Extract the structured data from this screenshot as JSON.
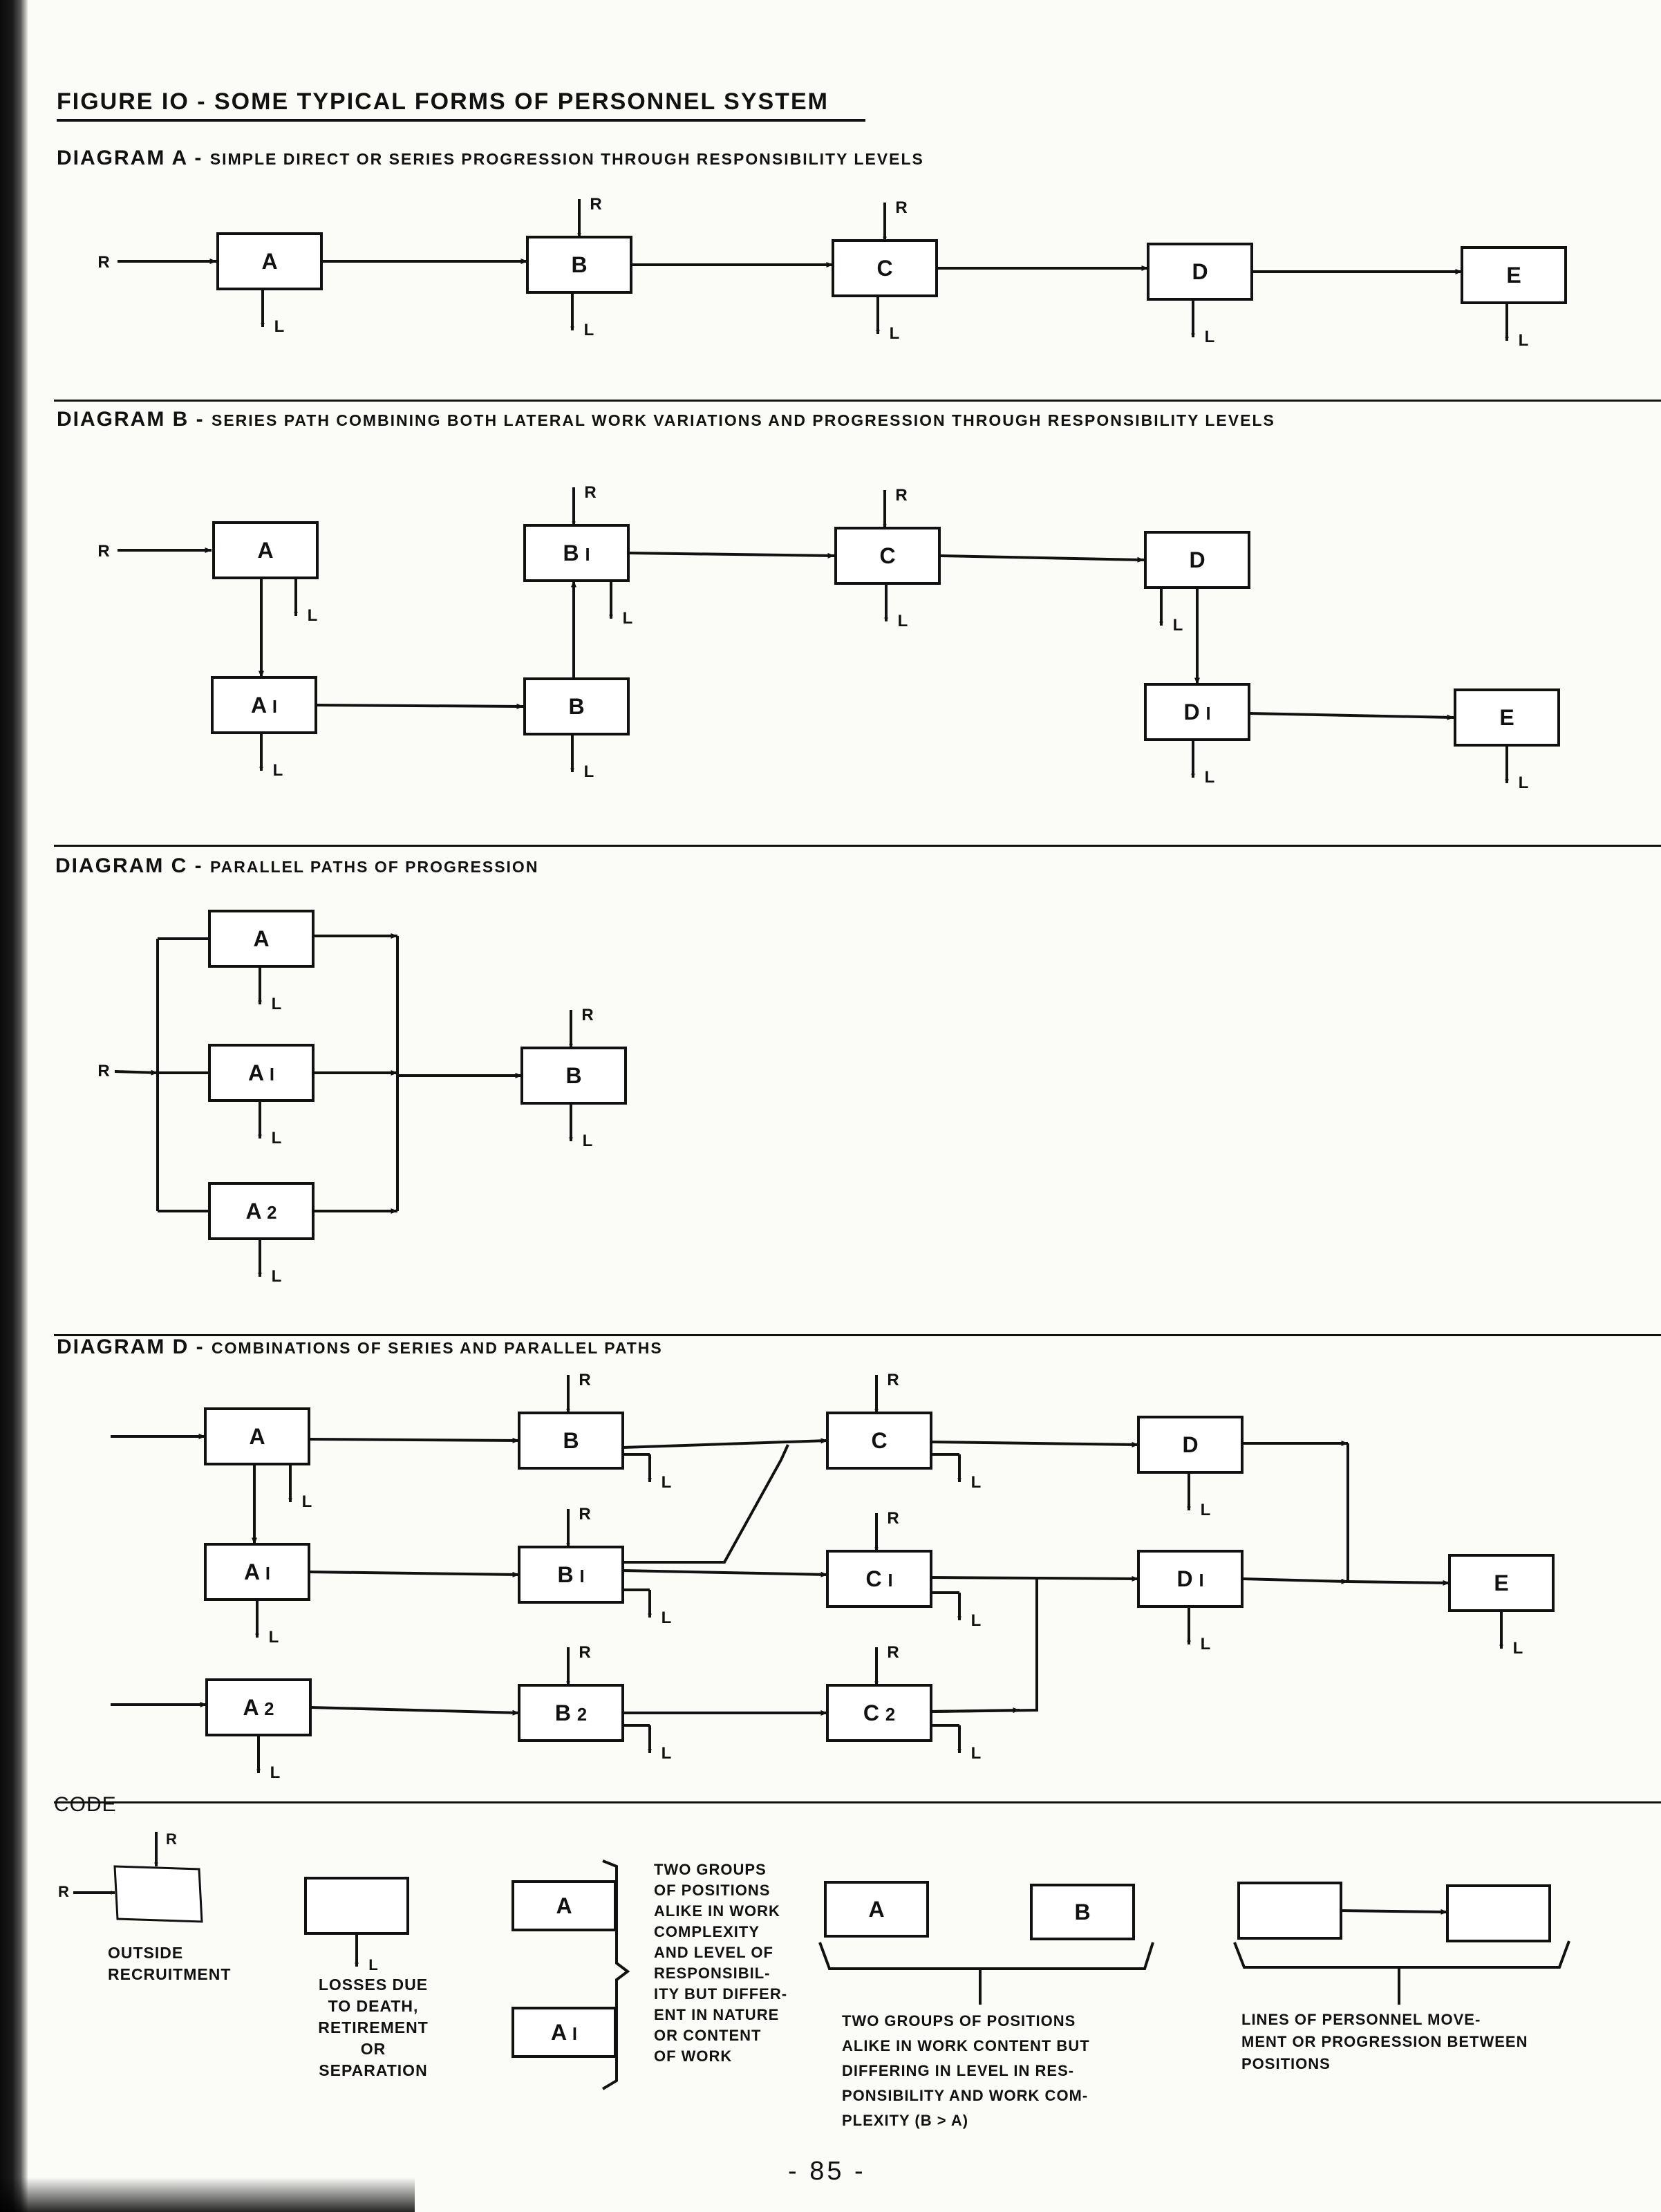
{
  "figure_title": "FIGURE IO - SOME TYPICAL FORMS OF PERSONNEL SYSTEM",
  "diagram_a": {
    "heading_prefix": "DIAGRAM A -",
    "heading_text": "SIMPLE DIRECT OR SERIES PROGRESSION THROUGH RESPONSIBILITY LEVELS",
    "boxes": [
      "A",
      "B",
      "C",
      "D",
      "E"
    ]
  },
  "diagram_b": {
    "heading_prefix": "DIAGRAM B -",
    "heading_text": "SERIES PATH COMBINING BOTH LATERAL WORK VARIATIONS AND PROGRESSION THROUGH RESPONSIBILITY LEVELS",
    "boxes": [
      "A",
      "A1",
      "B",
      "B1",
      "C",
      "D",
      "D1",
      "E"
    ]
  },
  "diagram_c": {
    "heading_prefix": "DIAGRAM C -",
    "heading_text": "PARALLEL PATHS OF PROGRESSION",
    "boxes": [
      "A",
      "A1",
      "A2",
      "B"
    ]
  },
  "diagram_d": {
    "heading_prefix": "DIAGRAM D -",
    "heading_text": "COMBINATIONS OF SERIES AND PARALLEL PATHS",
    "boxes": [
      "A",
      "A1",
      "A2",
      "B",
      "B1",
      "B2",
      "C",
      "C1",
      "C2",
      "D",
      "D1",
      "E"
    ]
  },
  "symbols": {
    "recruit": "R",
    "loss": "L"
  },
  "code": {
    "heading": "CODE",
    "outside_recruitment": "OUTSIDE\nRECRUITMENT",
    "losses": "LOSSES DUE\nTO DEATH,\nRETIREMENT\nOR\nSEPARATION",
    "two_groups_nature": "TWO GROUPS\nOF POSITIONS\nALIKE IN WORK\nCOMPLEXITY\nAND LEVEL OF\nRESPONSIBIL-\nITY BUT DIFFER-\nENT IN NATURE\nOR CONTENT\nOF WORK",
    "two_groups_level": "TWO GROUPS OF POSITIONS\nALIKE IN WORK CONTENT BUT\nDIFFERING IN LEVEL IN RES-\nPONSIBILITY AND WORK COM-\nPLEXITY (B > A)",
    "lines_movement": "LINES OF PERSONNEL MOVE-\nMENT OR PROGRESSION BETWEEN\nPOSITIONS",
    "box_a": "A",
    "box_a1": "A1",
    "box_b": "B"
  },
  "page_number": "- 85 -"
}
